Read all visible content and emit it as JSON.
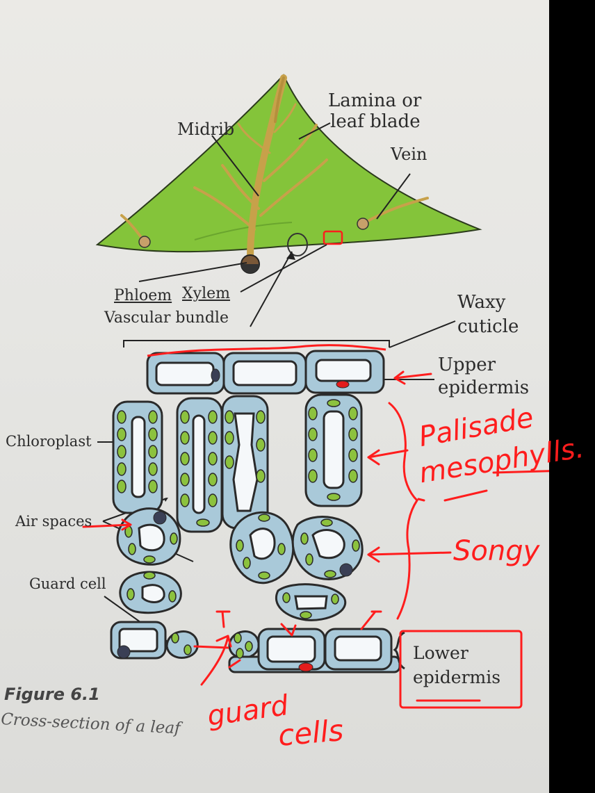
{
  "labels": {
    "lamina": "Lamina or",
    "leaf_blade": "leaf blade",
    "midrib": "Midrib",
    "vein": "Vein",
    "phloem": "Phloem",
    "xylem": "Xylem",
    "vascular_bundle": "Vascular bundle",
    "waxy": "Waxy",
    "cuticle": "cuticle",
    "upper": "Upper",
    "epidermis_upper": "epidermis",
    "chloroplast": "Chloroplast",
    "air_spaces": "Air spaces",
    "guard_cell": "Guard cell",
    "lower": "Lower",
    "epidermis_lower": "epidermis"
  },
  "caption": {
    "figure": "Figure 6.1",
    "text": "Cross-section of a leaf"
  },
  "handwritten": {
    "palisade": "Palisade",
    "mesophyll": "mesophylls.",
    "spongy": "Songy",
    "guard": "guard",
    "cells": "cells"
  },
  "colors": {
    "leaf_green": "#84c43a",
    "cell_blue": "#a9c9d9",
    "chloroplast": "#8cc23e",
    "annotation_red": "#ff1d1d"
  }
}
